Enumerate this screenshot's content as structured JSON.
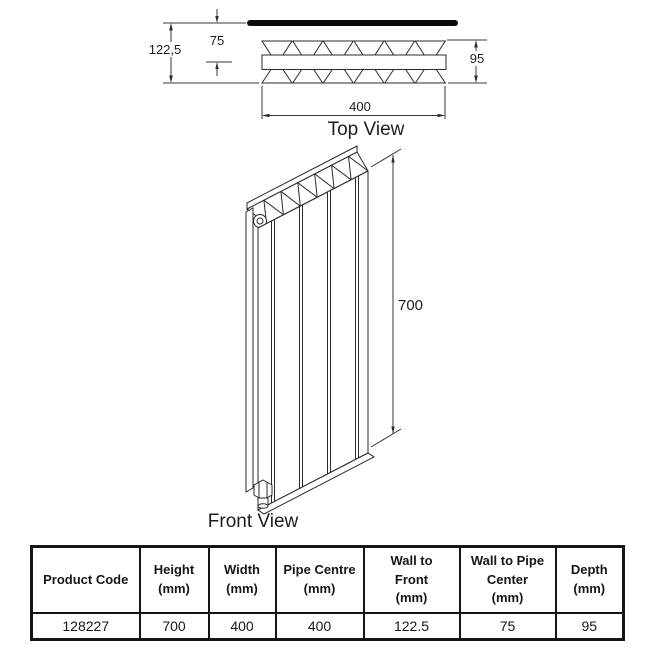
{
  "colors": {
    "line": "#2b2b2b",
    "ink": "#161616",
    "wall_fill": "#0c0c0c",
    "background": "#ffffff"
  },
  "top_view": {
    "caption": "Top View",
    "dim_wall_to_front": "122,5",
    "dim_wall_to_pipe": "75",
    "dim_depth": "95",
    "dim_width": "400"
  },
  "front_view": {
    "caption": "Front View",
    "dim_height": "700"
  },
  "table": {
    "headers": [
      {
        "lines": [
          "Product Code"
        ]
      },
      {
        "lines": [
          "Height",
          "(mm)"
        ]
      },
      {
        "lines": [
          "Width",
          "(mm)"
        ]
      },
      {
        "lines": [
          "Pipe Centre",
          "(mm)"
        ]
      },
      {
        "lines": [
          "Wall to",
          "Front",
          "(mm)"
        ]
      },
      {
        "lines": [
          "Wall to Pipe",
          "Center",
          "(mm)"
        ]
      },
      {
        "lines": [
          "Depth",
          "(mm)"
        ]
      }
    ],
    "row": [
      "128227",
      "700",
      "400",
      "400",
      "122.5",
      "75",
      "95"
    ]
  }
}
